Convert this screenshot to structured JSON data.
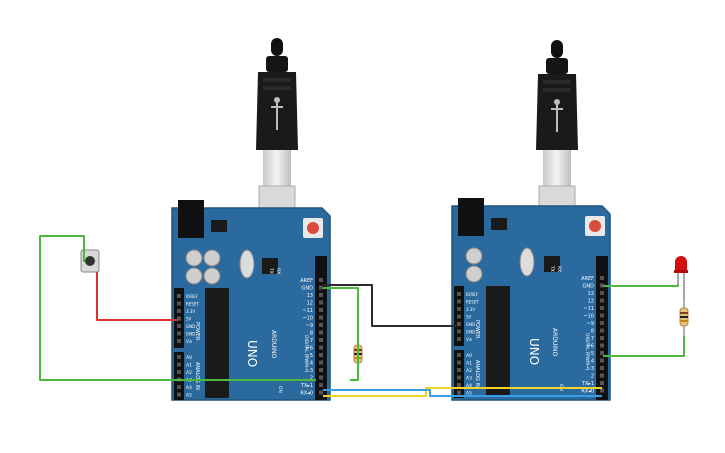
{
  "colors": {
    "board": "#2a6a9e",
    "board_dark": "#1f557f",
    "wire_green": "#4cba3f",
    "wire_red": "#d83232",
    "wire_black": "#2b2b2b",
    "wire_yellow": "#f2d32a",
    "wire_blue": "#3aa0e6",
    "led_red": "#d40f0f"
  },
  "boards": [
    {
      "logo": "ARDUINO",
      "model": "UNO",
      "header_digital_label": "DIGITAL (PWM~)",
      "header_power_label": "POWER",
      "header_analog_label": "ANALOG IN",
      "tx_label": "TX",
      "rx_label": "RX",
      "on_label": "ON",
      "l_label": "L"
    },
    {
      "logo": "ARDUINO",
      "model": "UNO",
      "header_digital_label": "DIGITAL (PWM~)",
      "header_power_label": "POWER",
      "header_analog_label": "ANALOG IN",
      "tx_label": "TX",
      "rx_label": "RX",
      "on_label": "ON",
      "l_label": "L"
    }
  ],
  "digital_pins": [
    "AREF",
    "GND",
    "13",
    "12",
    "~11",
    "~10",
    "~9",
    "8",
    "7",
    "~6",
    "~5",
    "4",
    "~3",
    "2",
    "TX▸1",
    "RX◂0"
  ],
  "power_pins": [
    "IOREF",
    "RESET",
    "3.3V",
    "5V",
    "GND",
    "GND",
    "Vin"
  ],
  "analog_pins": [
    "A0",
    "A1",
    "A2",
    "A3",
    "A4",
    "A5"
  ],
  "components": {
    "button": "push-button",
    "led": "red-led",
    "resistor_count": 2
  }
}
